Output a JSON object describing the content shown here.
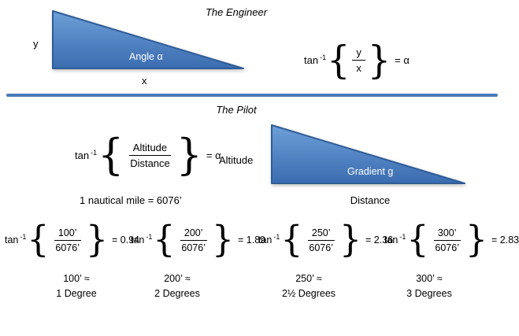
{
  "symbols": {
    "lbrace": "{",
    "rbrace": "}"
  },
  "engineer": {
    "title": "The Engineer",
    "triangle_label": "Angle α",
    "side_y": "y",
    "side_x": "x",
    "formula": {
      "fn": "tan",
      "exp": "-1",
      "num": "y",
      "den": "x",
      "rhs": "= α"
    }
  },
  "pilot": {
    "title": "The Pilot",
    "formula": {
      "fn": "tan",
      "exp": "-1",
      "num": "Altitude",
      "den": "Distance",
      "rhs": "= α"
    },
    "altitude_label": "Altitude",
    "triangle_label": "Gradient g",
    "distance_label": "Distance",
    "nautical_note": "1 nautical mile = 6076’"
  },
  "examples": [
    {
      "fn": "tan",
      "exp": "-1",
      "num": "100’",
      "den": "6076’",
      "rhs": "= 0.94",
      "approx1": "100’ ≈",
      "approx2": "1 Degree"
    },
    {
      "fn": "tan",
      "exp": "-1",
      "num": "200’",
      "den": "6076’",
      "rhs": "= 1.89",
      "approx1": "200’ ≈",
      "approx2": "2 Degrees"
    },
    {
      "fn": "tan",
      "exp": "-1",
      "num": "250’",
      "den": "6076’",
      "rhs": "= 2.36",
      "approx1": "250’ ≈",
      "approx2": "2½ Degrees"
    },
    {
      "fn": "tan",
      "exp": "-1",
      "num": "300’",
      "den": "6076’",
      "rhs": "= 2.83",
      "approx1": "300’ ≈",
      "approx2": "3 Degrees"
    }
  ],
  "colors": {
    "triangle_top": "#6d9fd8",
    "triangle_bottom": "#3a6cb0",
    "triangle_border": "#2f5c97",
    "divider": "#4a7ab5"
  }
}
